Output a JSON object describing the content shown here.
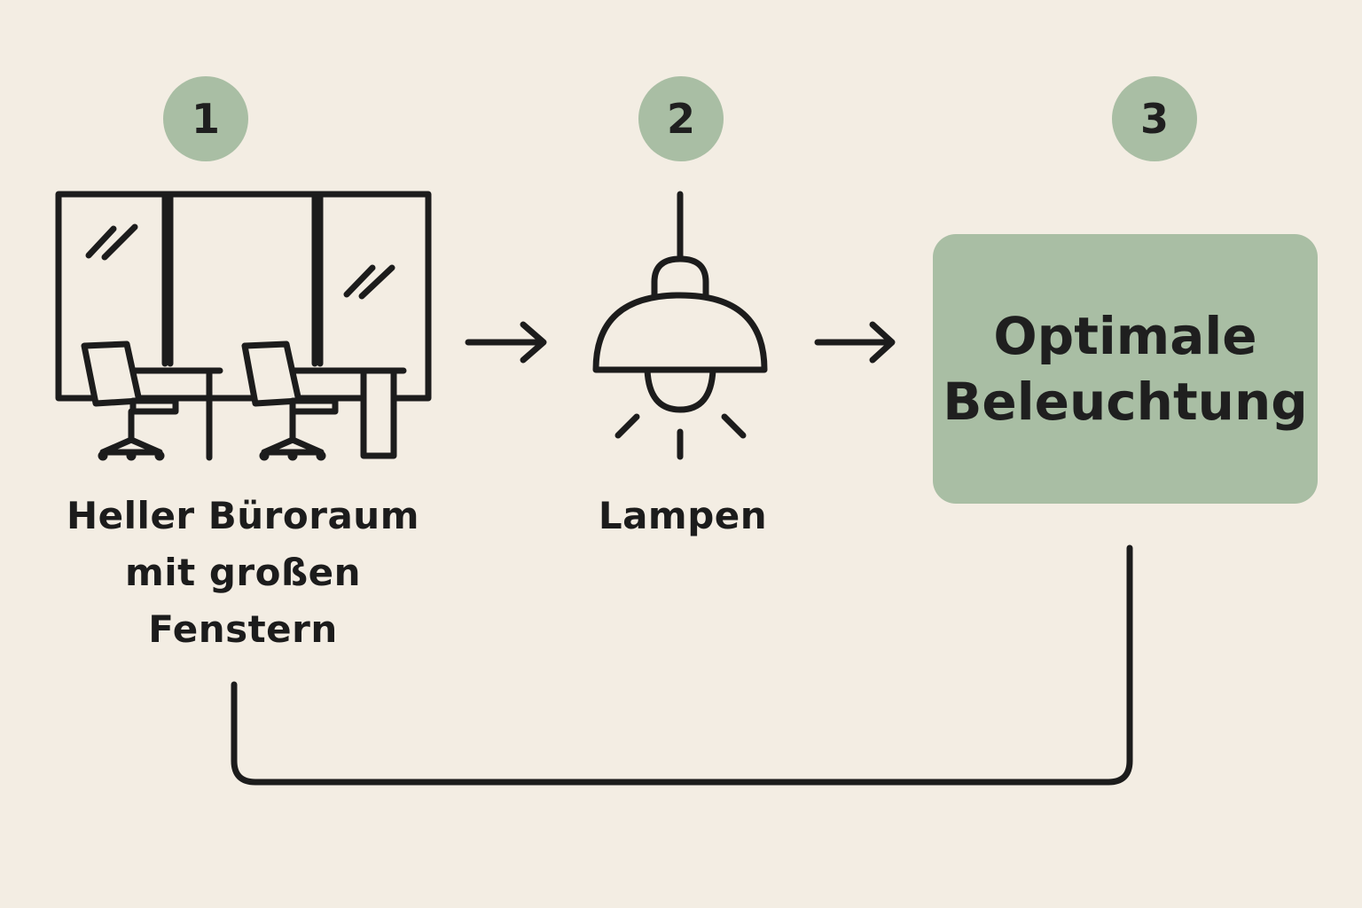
{
  "steps": [
    {
      "number": "1",
      "label_lines": [
        "Heller Büroraum",
        "mit großen",
        "Fenstern"
      ],
      "icon": "office-window-icon"
    },
    {
      "number": "2",
      "label": "Lampen",
      "icon": "pendant-lamp-icon"
    },
    {
      "number": "3",
      "result_lines": [
        "Optimale",
        "Beleuchtung"
      ]
    }
  ],
  "colors": {
    "background": "#f3ede3",
    "accent": "#a9bea4",
    "stroke": "#1c1c1c"
  }
}
